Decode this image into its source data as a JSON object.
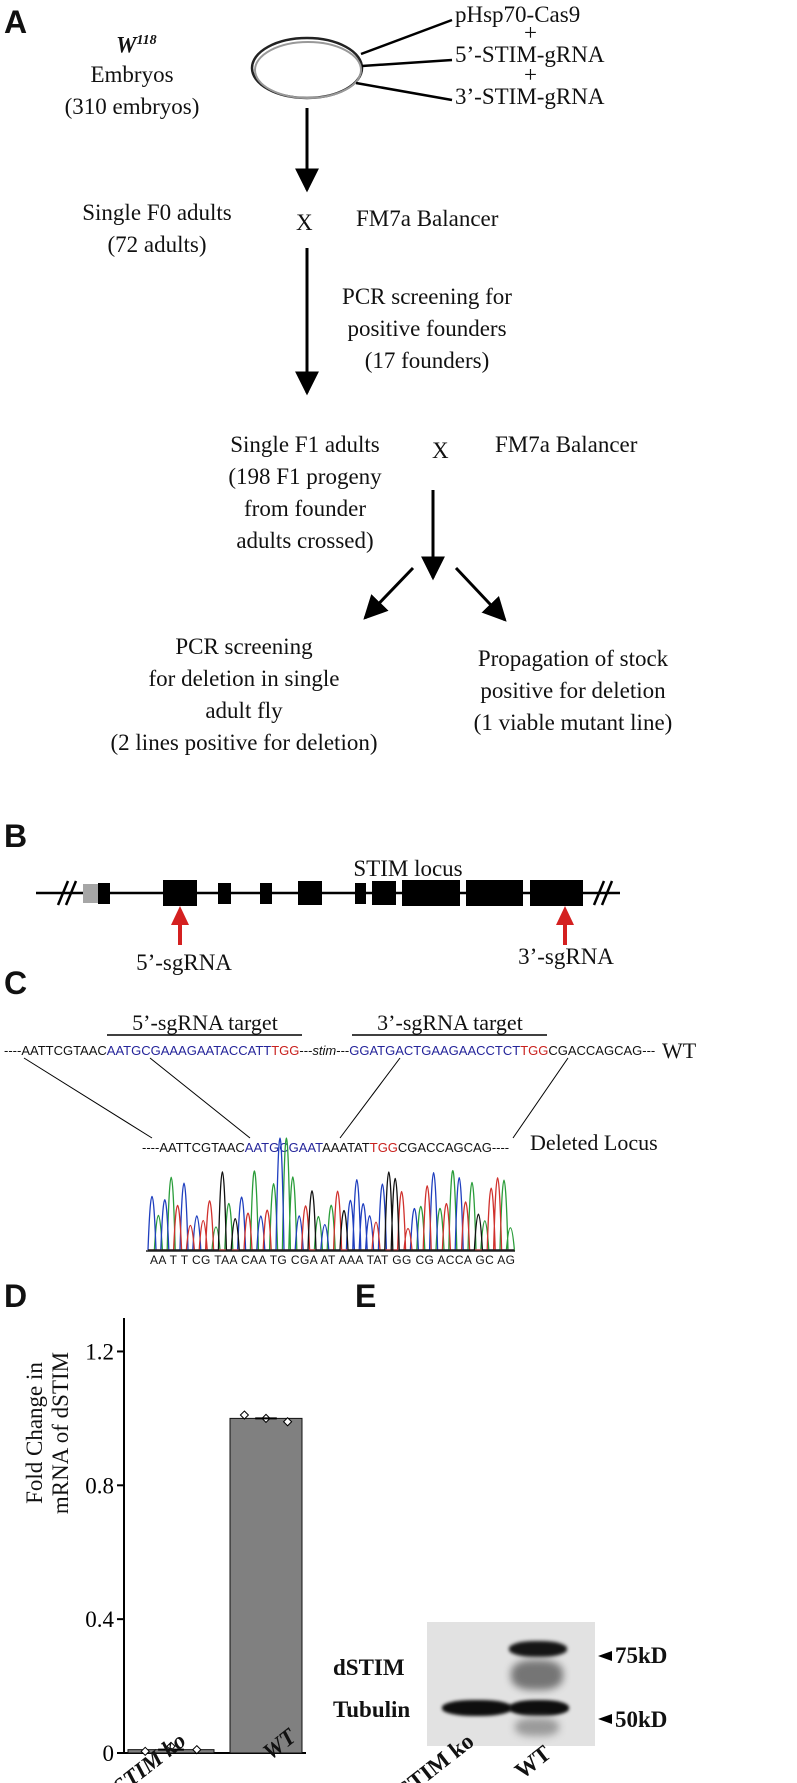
{
  "panels": {
    "a": "A",
    "b": "B",
    "c": "C",
    "d": "D",
    "e": "E"
  },
  "panelA": {
    "strain": "W",
    "strain_sup": "118",
    "embryos": "Embryos",
    "embryo_count": "(310 embryos)",
    "inj1": "pHsp70-Cas9",
    "plus1": "+",
    "inj2": "5’-STIM-gRNA",
    "plus2": "+",
    "inj3": "3’-STIM-gRNA",
    "f0_line1": "Single F0 adults",
    "f0_line2": "(72 adults)",
    "cross1": "X",
    "balancer1": "FM7a Balancer",
    "pcr1_line1": "PCR screening for",
    "pcr1_line2": "positive founders",
    "pcr1_line3": "(17 founders)",
    "f1_line1": "Single F1 adults",
    "f1_line2": "(198 F1 progeny",
    "f1_line3": "from founder",
    "f1_line4": "adults crossed)",
    "cross2": "X",
    "balancer2": "FM7a Balancer",
    "left_line1": "PCR screening",
    "left_line2": "for deletion in single",
    "left_line3": "adult fly",
    "left_line4": "(2 lines positive for deletion)",
    "right_line1": "Propagation of stock",
    "right_line2": "positive for deletion",
    "right_line3": "(1 viable mutant line)"
  },
  "panelB": {
    "locus_label": "STIM locus",
    "sg5": "5’-sgRNA",
    "sg3": "3’-sgRNA",
    "arrow_color": "#d42020"
  },
  "panelC": {
    "target5": "5’-sgRNA target",
    "target3": "3’-sgRNA target",
    "wt_label": "WT",
    "deleted_label": "Deleted Locus",
    "wt_seq": {
      "p1": "----AATTCGTAAC",
      "p2": "AATGCGAAAGAATACCATT",
      "p3": "TGG",
      "p4": "---",
      "p5": "stim",
      "p6": "---",
      "p7": "GGATGACTGAAGAACCTCT",
      "p8": "TGG",
      "p9": "CGACCAGCAG---"
    },
    "del_seq": {
      "p1": "----AATTCGTAAC",
      "p2": "AATGCGAAT",
      "p3": "AAATAT",
      "p4": "TGG",
      "p5": "CGACCAGCAG----"
    },
    "trace_bases": "AA T T CG TAA CAA TG CGA AT AAA TAT GG CG ACCA GC AG"
  },
  "chart_data": {
    "type": "bar",
    "categories": [
      "STIM ko",
      "WT"
    ],
    "values": [
      0.01,
      1.0
    ],
    "points": [
      [
        0.005,
        0.02,
        0.01
      ],
      [
        1.01,
        1.0,
        0.99
      ]
    ],
    "ylabel": "Fold Change in mRNA of dSTIM",
    "ylabel_line1": "Fold Change in",
    "ylabel_line2": "mRNA of dSTIM",
    "ylim": [
      0,
      1.3
    ],
    "yticks": [
      "0",
      "0.4",
      "0.8",
      "1.2"
    ],
    "ytick_values": [
      0,
      0.4,
      0.8,
      1.2
    ],
    "bar_color": "#808080"
  },
  "panelE": {
    "band1": "dSTIM",
    "band2": "Tubulin",
    "marker1": "75kD",
    "marker2": "50kD",
    "lane1": "STIM ko",
    "lane2": "WT"
  }
}
